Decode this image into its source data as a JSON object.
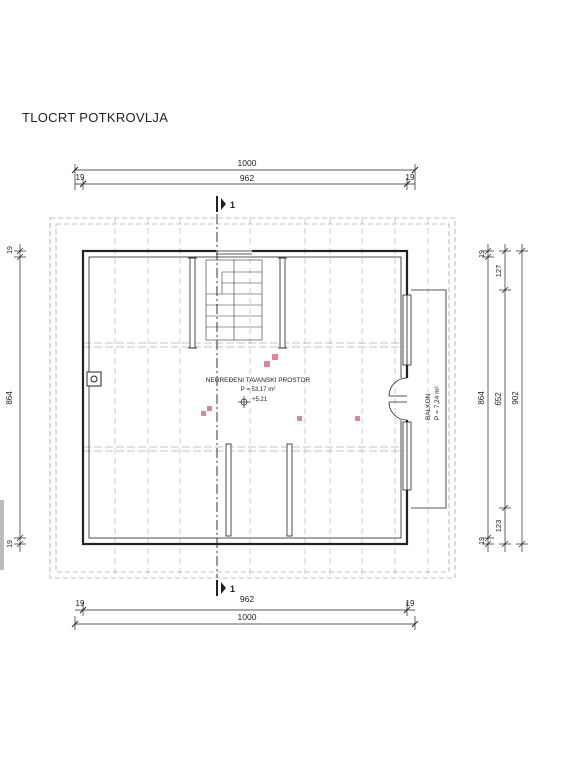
{
  "header": {
    "title": "TLOCRT POTKROVLJA"
  },
  "room": {
    "name": "NEUREĐENI TAVANSKI PROSTOR",
    "area": "P = 53,17 m²",
    "level": "+5.21"
  },
  "balcony": {
    "name": "BALKON",
    "area": "P = 7,24 m²"
  },
  "section_marker": "1",
  "dimensions": {
    "top_total": "1000",
    "top_inner": "962",
    "top_left": "19",
    "top_right": "19",
    "bottom_total": "1000",
    "bottom_inner": "962",
    "bottom_left": "19",
    "bottom_right": "19",
    "left_total": "864",
    "left_top": "19",
    "left_bottom": "19",
    "right_a_top": "19",
    "right_a_total": "864",
    "right_a_bottom": "19",
    "right_b_top": "127",
    "right_b_mid": "652",
    "right_b_bottom": "123",
    "right_c_total": "902"
  },
  "colors": {
    "line": "#222222",
    "marker": "#d9888f",
    "dashed": "#888888"
  }
}
